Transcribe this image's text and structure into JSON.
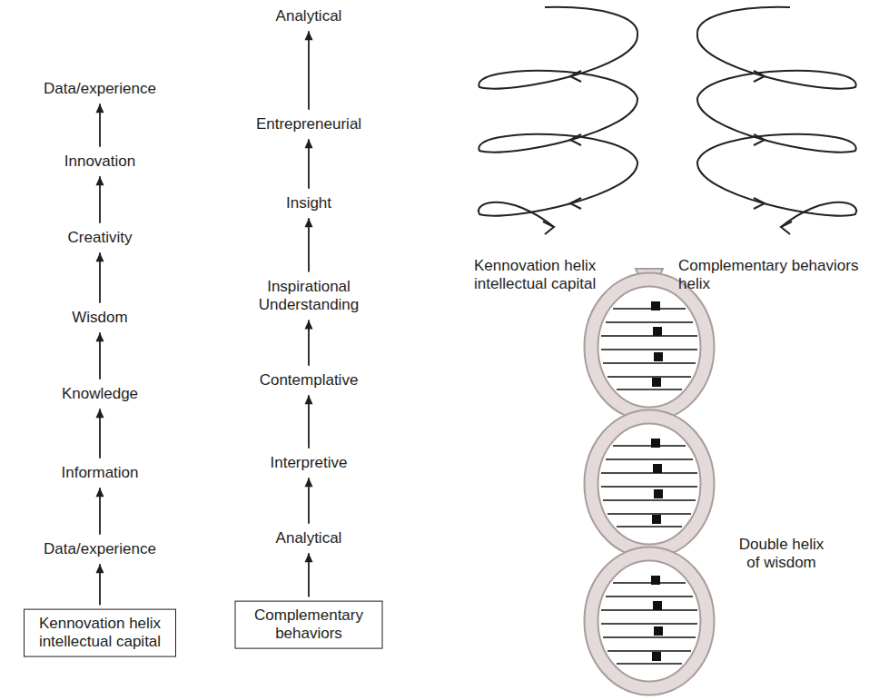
{
  "diagram": {
    "nodes": [
      {
        "text": [
          "Kennovation helix intellectual capital"
        ]
      },
      {
        "text": [
          "Data/experience"
        ]
      },
      {
        "text": [
          "Information"
        ]
      },
      {
        "text": [
          "Knowledge"
        ]
      },
      {
        "text": [
          "Wisdom"
        ]
      },
      {
        "text": [
          "Creativity"
        ]
      },
      {
        "text": [
          "Innovation"
        ]
      },
      {
        "text": [
          "Data/experience"
        ]
      },
      {
        "text": [
          "Complementary behaviors"
        ]
      },
      {
        "text": [
          "Analytical"
        ]
      },
      {
        "text": [
          "Interpretive"
        ]
      },
      {
        "text": [
          "Contemplative"
        ]
      },
      {
        "text": [
          "Inspirational Understanding"
        ]
      },
      {
        "text": [
          "Insight"
        ]
      },
      {
        "text": [
          "Entrepreneurial"
        ]
      },
      {
        "text": [
          "Analytical"
        ]
      }
    ],
    "edges": [
      {
        "from": 0,
        "to": 1,
        "arrow": "to"
      },
      {
        "from": 1,
        "to": 2,
        "arrow": "to"
      },
      {
        "from": 2,
        "to": 3,
        "arrow": "to"
      },
      {
        "from": 3,
        "to": 4,
        "arrow": "to"
      },
      {
        "from": 4,
        "to": 5,
        "arrow": "to"
      },
      {
        "from": 5,
        "to": 6,
        "arrow": "to"
      },
      {
        "from": 6,
        "to": 7,
        "arrow": "to"
      },
      {
        "from": 8,
        "to": 9,
        "arrow": "to"
      },
      {
        "from": 9,
        "to": 10,
        "arrow": "to"
      },
      {
        "from": 10,
        "to": 11,
        "arrow": "to"
      },
      {
        "from": 11,
        "to": 12,
        "arrow": "to"
      },
      {
        "from": 12,
        "to": 13,
        "arrow": "to"
      },
      {
        "from": 13,
        "to": 14,
        "arrow": "to"
      },
      {
        "from": 14,
        "to": 15,
        "arrow": "to"
      }
    ],
    "labels": [
      "Kennovation helix intellectual capital",
      "Complementary behaviors helix",
      "Double helix of wisdom"
    ]
  }
}
